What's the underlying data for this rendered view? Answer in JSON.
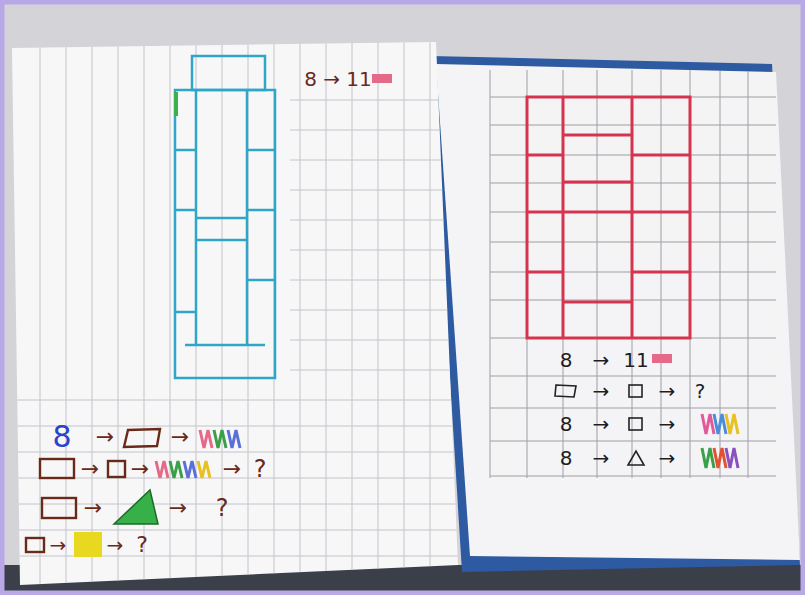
{
  "diagram": {
    "labels": [
      "8 → 11",
      "8",
      "→",
      "→",
      "→",
      "→",
      "→",
      "?",
      "→",
      "→",
      "?",
      "→",
      "→",
      "?",
      "8",
      "→",
      "11",
      "→",
      "→",
      "?",
      "8",
      "→",
      "→",
      "8",
      "→",
      "→"
    ]
  }
}
